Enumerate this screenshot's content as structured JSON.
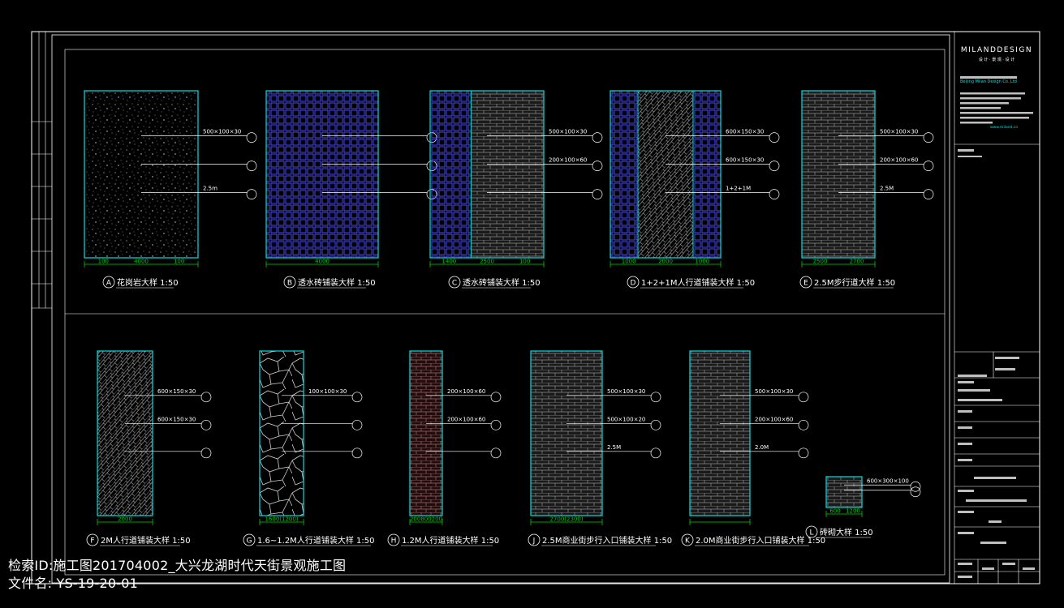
{
  "brand": {
    "name": "MILANDDESIGN",
    "tagline": "设 计 · 景 观 · 设 计",
    "company_en": "Beijing Milan Design Co.,Ltd",
    "web": "www.miland.cn"
  },
  "colors": {
    "line_white": "#ffffff",
    "paving_outline": "#00e0e0",
    "tile_grid": "#3a3aff",
    "brick_grey": "#8c8c8c",
    "dim_green": "#00d000",
    "hatch_white": "#d8d8d8",
    "red_tile": "#d06060"
  },
  "panels": [
    {
      "id": "A",
      "label": "花岗岩大样 1:50",
      "dims": [
        "100",
        "4000",
        "100"
      ],
      "texture": "granite",
      "notes": [
        "500×100×30",
        "",
        "2.5m"
      ]
    },
    {
      "id": "B",
      "label": "透水砖铺装大样 1:50",
      "dims": [
        "4000"
      ],
      "texture": "grid",
      "notes": [
        "",
        "",
        ""
      ]
    },
    {
      "id": "C",
      "label": "透水砖铺装大样 1:50",
      "dims": [
        "1400",
        "2500",
        "100"
      ],
      "texture": "grid-brick",
      "notes": [
        "500×100×30",
        "200×100×60",
        ""
      ]
    },
    {
      "id": "D",
      "label": "1+2+1M人行道铺装大样 1:50",
      "dims": [
        "1000",
        "2000",
        "1000"
      ],
      "texture": "grid-hatch",
      "notes": [
        "600×150×30",
        "600×150×30",
        "1+2+1M"
      ]
    },
    {
      "id": "E",
      "label": "2.5M步行道大样 1:50",
      "dims": [
        "2500",
        "2700"
      ],
      "texture": "brick",
      "notes": [
        "500×100×30",
        "200×100×60",
        "2.5M"
      ]
    },
    {
      "id": "F",
      "label": "2M人行道铺装大样 1:50",
      "dims": [
        "2000"
      ],
      "texture": "hatch",
      "notes": [
        "600×150×30",
        "600×150×30",
        ""
      ]
    },
    {
      "id": "G",
      "label": "1.6~1.2M人行道铺装大样 1:50",
      "dims": [
        "1600(1200)"
      ],
      "texture": "stone",
      "notes": [
        "100×100×30",
        "",
        ""
      ]
    },
    {
      "id": "H",
      "label": "1.2M人行道铺装大样 1:50",
      "dims": [
        "200",
        "800",
        "200"
      ],
      "texture": "brick-red",
      "notes": [
        "200×100×60",
        "200×100×60",
        ""
      ]
    },
    {
      "id": "J",
      "label": "2.5M商业街步行入口铺装大样 1:50",
      "dims": [
        "2700(2300)"
      ],
      "texture": "brick",
      "notes": [
        "500×100×30",
        "500×100×20",
        "2.5M"
      ]
    },
    {
      "id": "K",
      "label": "2.0M商业街步行入口铺装大样 1:50",
      "dims": [],
      "texture": "brick",
      "notes": [
        "500×100×30",
        "200×100×60",
        "2.0M"
      ]
    },
    {
      "id": "L",
      "label": "砖砌大样 1:50",
      "dims": [
        "600",
        "1200"
      ],
      "texture": "small",
      "notes": [
        "600×300×100",
        ""
      ]
    }
  ],
  "overlay": {
    "line1": "检索ID:施工图201704002_大兴龙湖时代天街景观施工图",
    "line2": "文件名:  YS-19-20-01"
  }
}
